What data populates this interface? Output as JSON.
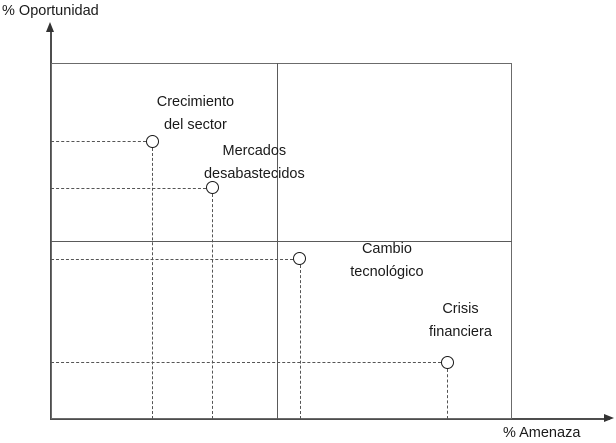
{
  "chart_data": {
    "type": "scatter",
    "title": "",
    "subtitle": "",
    "xlabel": "% Amenaza",
    "ylabel": "% Oportunidad",
    "xlim": [
      0,
      100
    ],
    "ylim": [
      0,
      100
    ],
    "grid": false,
    "legend": "none",
    "quadrants": {
      "x_divider": 49,
      "y_divider": 50,
      "description": "Matriz de cuatro cuadrantes oportunidad frente a amenaza"
    },
    "annotations": [
      "Lineas discontinuas proyectan cada punto hacia los ejes",
      "Marcadores circulares sin relleno"
    ],
    "points": [
      {
        "label": "Crecimiento del sector",
        "label_lines": [
          "Crecimiento",
          "del sector"
        ],
        "x": 22,
        "y": 78,
        "quadrant": "superior-izquierdo"
      },
      {
        "label": "Mercados desabastecidos",
        "label_lines": [
          "Mercados",
          "desabastecidos"
        ],
        "x": 35,
        "y": 65,
        "quadrant": "superior-izquierdo"
      },
      {
        "label": "Cambio tecnologico",
        "label_lines": [
          "Cambio",
          "tecnológico"
        ],
        "x": 54,
        "y": 45,
        "quadrant": "inferior-derecho"
      },
      {
        "label": "Crisis financiera",
        "label_lines": [
          "Crisis",
          "financiera"
        ],
        "x": 86,
        "y": 16,
        "quadrant": "inferior-derecho"
      }
    ],
    "colors": {
      "frame": "#6b6b6b",
      "divider": "#5a5a5a",
      "axis": "#4d4d4d",
      "guide": "#555555",
      "marker_stroke": "#1a1a1a",
      "marker_fill": "#ffffff",
      "text": "#1a1a1a",
      "background": "#ffffff"
    }
  },
  "axes": {
    "y_title": "% Oportunidad",
    "x_title": "% Amenaza"
  }
}
